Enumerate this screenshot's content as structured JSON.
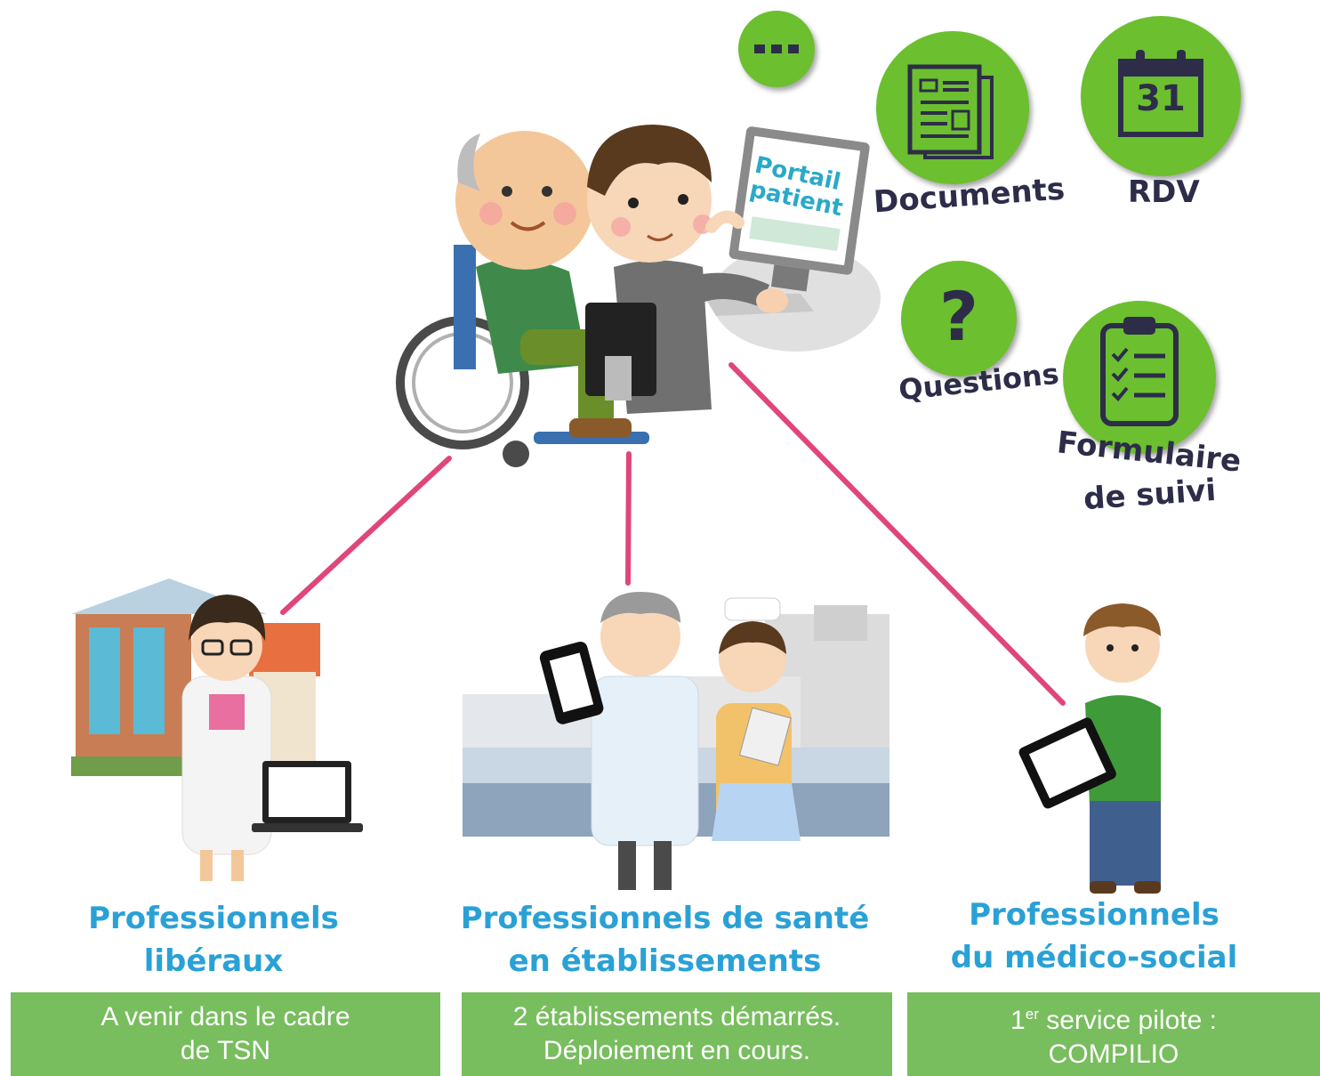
{
  "hub": {
    "portal_line1": "Portail",
    "portal_line2": "patient"
  },
  "services": [
    {
      "id": "more",
      "label": "",
      "icon": "ellipsis-icon"
    },
    {
      "id": "documents",
      "label": "Documents",
      "icon": "document-icon"
    },
    {
      "id": "rdv",
      "label": "RDV",
      "icon": "calendar-icon",
      "icon_text": "31"
    },
    {
      "id": "questions",
      "label": "Questions",
      "icon": "question-mark-icon",
      "icon_text": "?"
    },
    {
      "id": "formulaire",
      "label_line1": "Formulaire",
      "label_line2": "de suivi",
      "icon": "clipboard-checklist-icon"
    }
  ],
  "professionals": [
    {
      "id": "liberaux",
      "title_line1": "Professionnels",
      "title_line2": "libéraux",
      "status_line1": "A venir dans le cadre",
      "status_line2": "de TSN"
    },
    {
      "id": "etablissements",
      "title_line1": "Professionnels de santé",
      "title_line2": "en établissements",
      "status_line1": "2 établissements démarrés.",
      "status_line2": "Déploiement en cours."
    },
    {
      "id": "medico-social",
      "title_line1": "Professionnels",
      "title_line2": "du médico-social",
      "status_line1_prefix": "1",
      "status_line1_sup": "er",
      "status_line1_suffix": " service pilote :",
      "status_line2": "COMPILIO"
    }
  ],
  "colors": {
    "service_green": "#6cbf2e",
    "status_green": "#78bd5e",
    "title_blue": "#2aa1d6",
    "connector_pink": "#e0457b",
    "icon_dark": "#2d2d4a"
  }
}
